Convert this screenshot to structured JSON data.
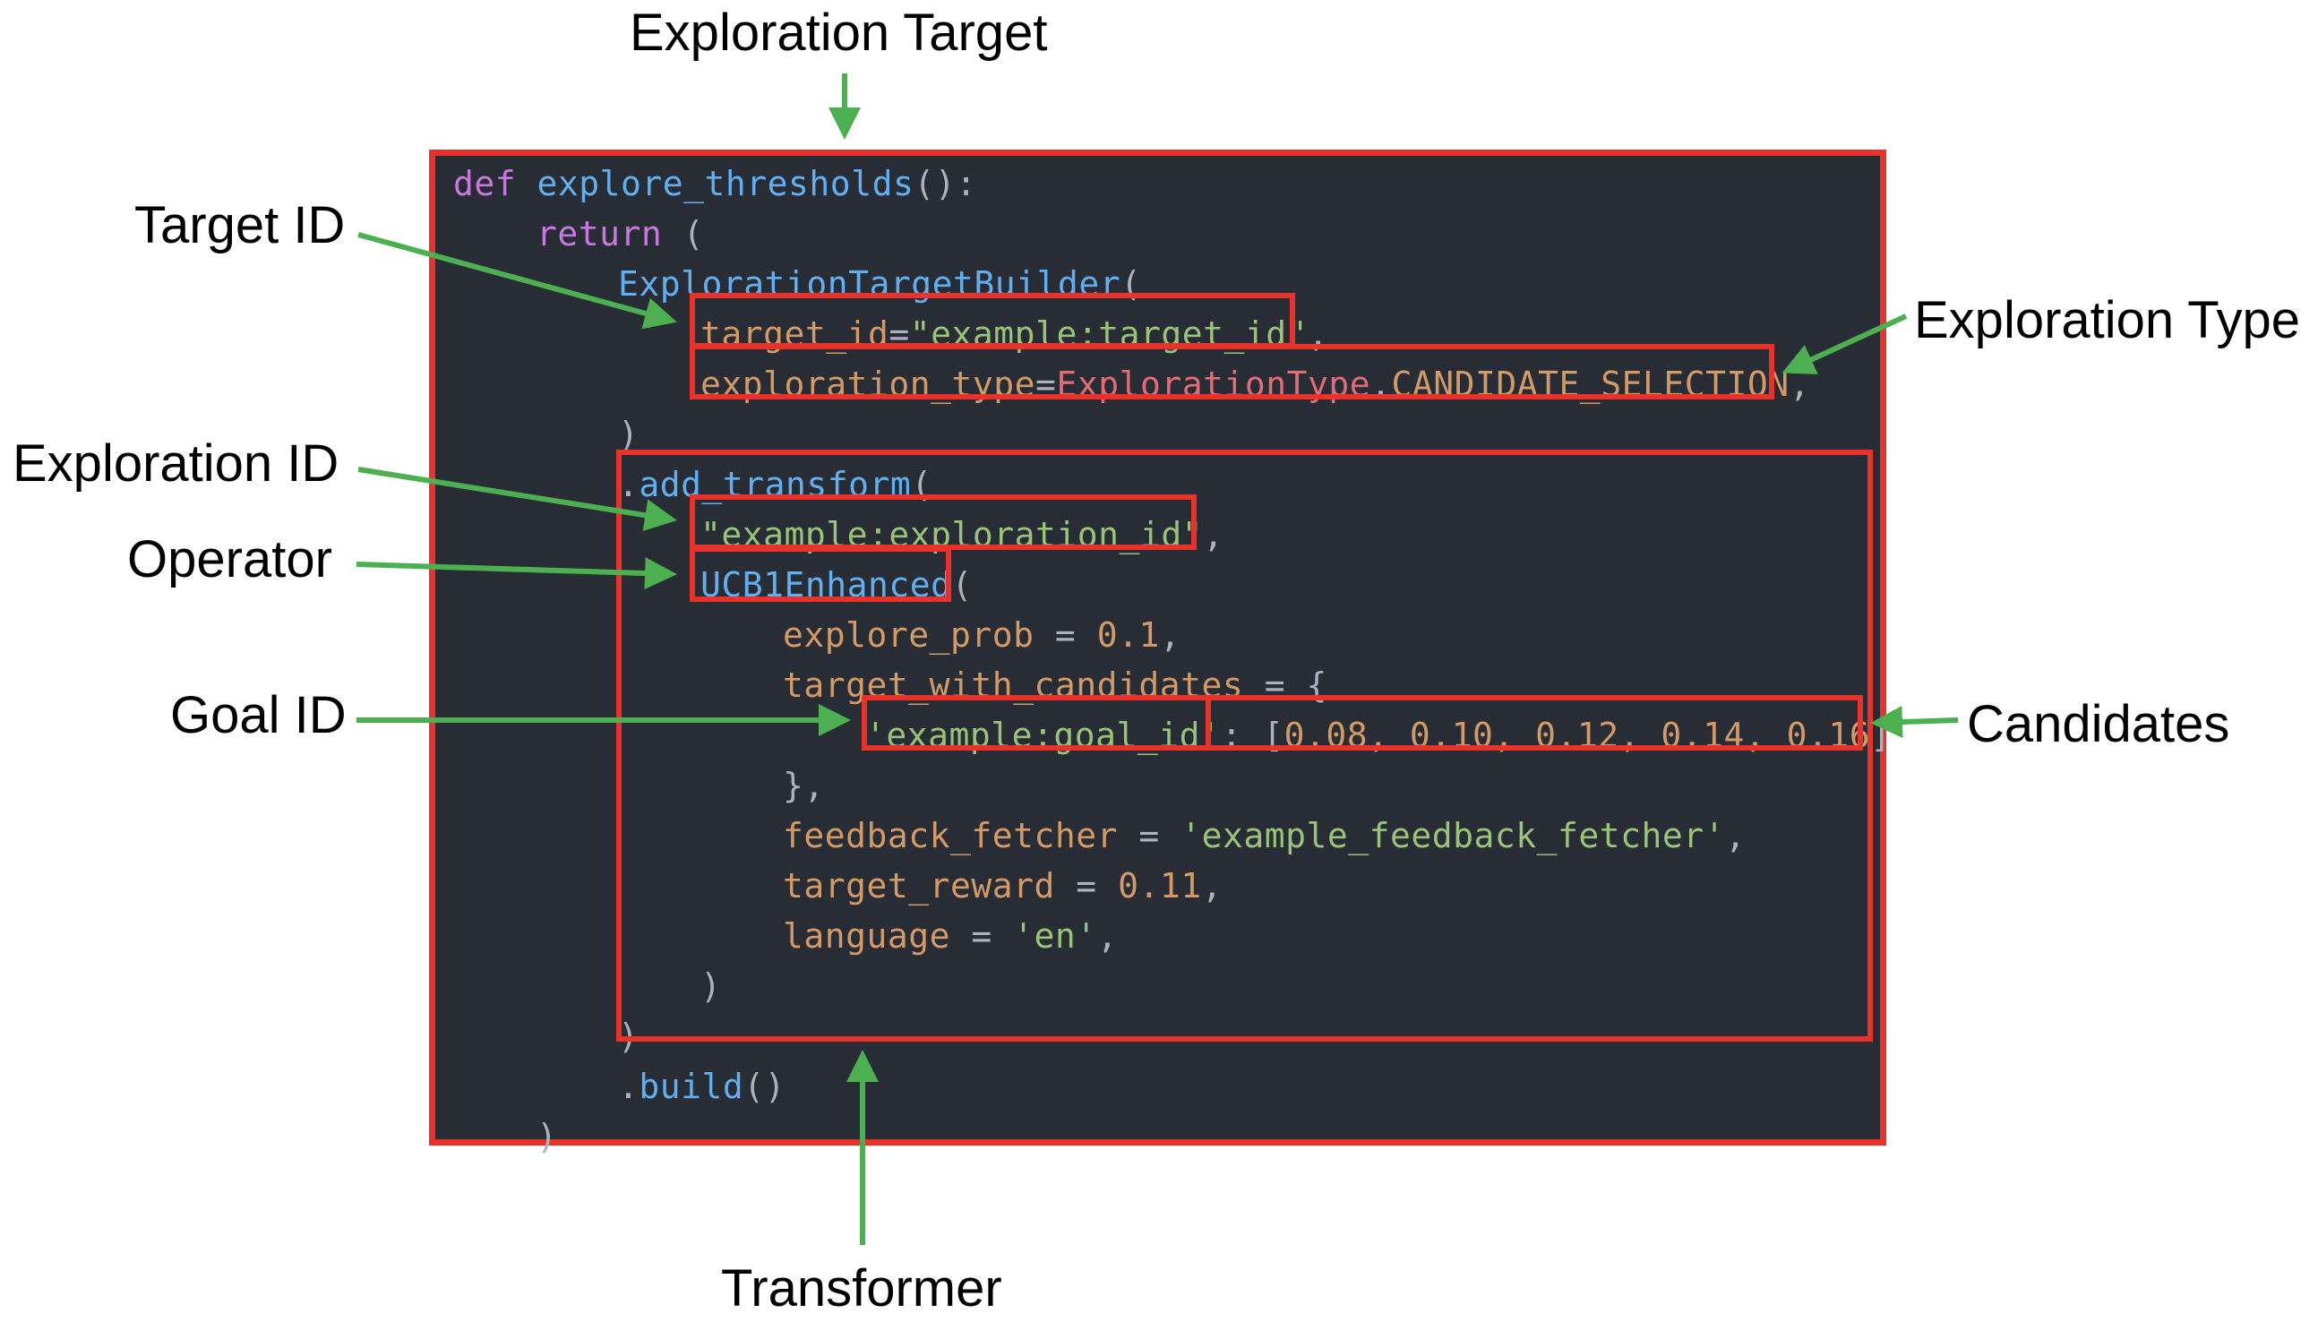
{
  "labels": {
    "exploration_target": "Exploration Target",
    "target_id": "Target ID",
    "exploration_type": "Exploration Type",
    "exploration_id": "Exploration ID",
    "operator": "Operator",
    "goal_id": "Goal ID",
    "candidates": "Candidates",
    "transformer": "Transformer"
  },
  "code": {
    "l1_def": "def",
    "l1_fn": " explore_thresholds",
    "l1_rest": "():",
    "l2_return": "return",
    "l2_rest": " (",
    "l3_builder": "ExplorationTargetBuilder",
    "l3_rest": "(",
    "l4_param": "target_id",
    "l4_eq": "=",
    "l4_str": "\"example:target_id\"",
    "l4_comma": ",",
    "l5_param": "exploration_type",
    "l5_eq": "=",
    "l5_cls": "ExplorationType",
    "l5_dot": ".",
    "l5_const": "CANDIDATE_SELECTION",
    "l5_comma": ",",
    "l6": ")",
    "l7_dot": ".",
    "l7_fn": "add_transform",
    "l7_rest": "(",
    "l8_str": "\"example:exploration_id\"",
    "l8_comma": ",",
    "l9_fn": "UCB1Enhanced",
    "l9_rest": "(",
    "l10_param": "explore_prob",
    "l10_eq": " = ",
    "l10_num": "0.1",
    "l10_comma": ",",
    "l11_param": "target_with_candidates",
    "l11_eq": " = {",
    "l12_str": "'example:goal_id'",
    "l12_colon": ": [",
    "l12_nums": "0.08, 0.10, 0.12, 0.14, 0.16",
    "l12_close": "]",
    "l13": "},",
    "l14_param": "feedback_fetcher",
    "l14_eq": " = ",
    "l14_str": "'example_feedback_fetcher'",
    "l14_comma": ",",
    "l15_param": "target_reward",
    "l15_eq": " = ",
    "l15_num": "0.11",
    "l15_comma": ",",
    "l16_param": "language",
    "l16_eq": " = ",
    "l16_str": "'en'",
    "l16_comma": ",",
    "l17": ")",
    "l18": ")",
    "l19_dot": ".",
    "l19_fn": "build",
    "l19_rest": "()",
    "l20": ")"
  },
  "colors": {
    "background": "#282c34",
    "highlight_border": "#e8322a",
    "arrow": "#4caf50",
    "keyword": "#c678dd",
    "function": "#61afef",
    "parameter": "#d19a66",
    "string": "#98c379",
    "class": "#e06c75"
  }
}
